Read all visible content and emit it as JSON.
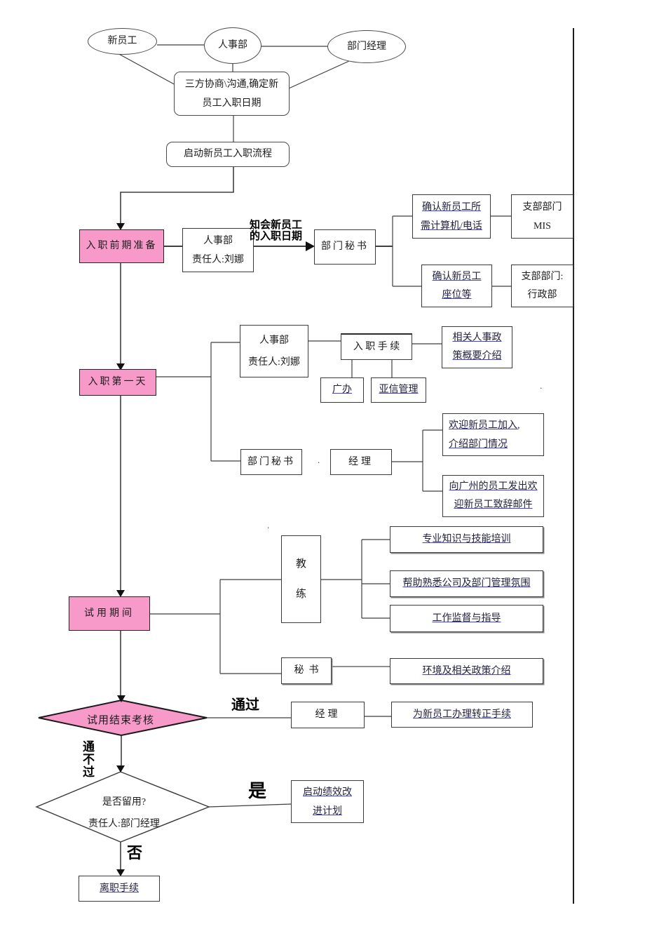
{
  "colors": {
    "stage_fill": "#f79aca",
    "link_underline": "#4343cf"
  },
  "actors": {
    "new_employee": "新员工",
    "hr": "人事部",
    "dept_manager": "部门经理"
  },
  "kickoff": {
    "negotiate_l1": "三方协商\\沟通,确定新",
    "negotiate_l2": "员工入职日期",
    "start": "启动新员工入职流程"
  },
  "prep": {
    "stage": "入职前期准备",
    "owner_l1": "人事部",
    "owner_l2": "责任人:刘娜",
    "note_l1": "知会新员工",
    "note_l2": "的入职日期",
    "secretary": "部门秘书",
    "task_computer_l1": "确认新员工所",
    "task_computer_l2": "需计算机/电话",
    "support_mis_l1": "支部部门",
    "support_mis_l2": "MIS",
    "task_seat_l1": "确认新员工",
    "task_seat_l2": "座位等",
    "support_admin_l1": "支部部门:",
    "support_admin_l2": "行政部"
  },
  "day1": {
    "stage": "入职第一天",
    "owner_l1": "人事部",
    "owner_l2": "责任人:刘娜",
    "procedure": "入 职 手 续",
    "policy_l1": "相关人事政",
    "policy_l2": "策概要介绍",
    "gb": "广办",
    "yx": "亚信管理",
    "secretary": "部门秘书",
    "manager": "经理",
    "welcome_l1": "欢迎新员工加入,",
    "welcome_l2": "介绍部门情况",
    "gz_l1": "向广州的员工发出欢",
    "gz_l2": "迎新员工致辞邮件"
  },
  "probation": {
    "stage": "试用期间",
    "coach_l1": "教",
    "coach_l2": "练",
    "secretary": "秘  书",
    "t_training": "专业知识与技能培训",
    "t_culture": "帮助熟悉公司及部门管理氛围",
    "t_supervision": "工作监督与指导",
    "t_environment": "环境及相关政策介绍"
  },
  "review": {
    "decision": "试用结束考核",
    "pass": "通过",
    "fail_l1": "通",
    "fail_l2": "不",
    "fail_l3": "过",
    "manager": "经理",
    "confirm": "为新员工办理转正手续"
  },
  "retain": {
    "q_l1": "是否留用?",
    "q_l2": "责任人:部门经理",
    "yes": "是",
    "no": "否",
    "pip_l1": "启动绩效改",
    "pip_l2": "进计划",
    "exit": "离职手续"
  },
  "misc": {
    "dot": "."
  }
}
